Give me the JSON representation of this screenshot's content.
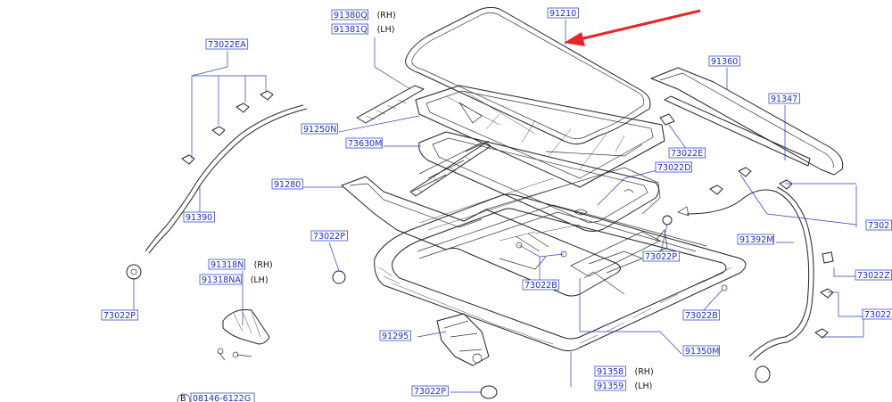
{
  "diagram": {
    "labels": [
      {
        "id": "91380Q",
        "text": "91380Q",
        "suffix": "(RH)"
      },
      {
        "id": "91381Q",
        "text": "91381Q",
        "suffix": "(LH)"
      },
      {
        "id": "91210",
        "text": "91210",
        "suffix": ""
      },
      {
        "id": "73022EA",
        "text": "73022EA",
        "suffix": ""
      },
      {
        "id": "91360",
        "text": "91360",
        "suffix": ""
      },
      {
        "id": "91347",
        "text": "91347",
        "suffix": ""
      },
      {
        "id": "91250N",
        "text": "91250N",
        "suffix": ""
      },
      {
        "id": "73630M",
        "text": "73630M",
        "suffix": ""
      },
      {
        "id": "73022E",
        "text": "73022E",
        "suffix": ""
      },
      {
        "id": "73022D",
        "text": "73022D",
        "suffix": ""
      },
      {
        "id": "91280",
        "text": "91280",
        "suffix": ""
      },
      {
        "id": "73022-r1",
        "text": "7302",
        "suffix": ""
      },
      {
        "id": "91390",
        "text": "91390",
        "suffix": ""
      },
      {
        "id": "73022P-a",
        "text": "73022P",
        "suffix": ""
      },
      {
        "id": "91392M",
        "text": "91392M",
        "suffix": ""
      },
      {
        "id": "73022P-b",
        "text": "73022P",
        "suffix": ""
      },
      {
        "id": "73022Z",
        "text": "73022Z",
        "suffix": ""
      },
      {
        "id": "91318N",
        "text": "91318N",
        "suffix": "(RH)"
      },
      {
        "id": "91318NA",
        "text": "91318NA",
        "suffix": "(LH)"
      },
      {
        "id": "73022B-a",
        "text": "73022B",
        "suffix": ""
      },
      {
        "id": "73022P-c",
        "text": "73022P",
        "suffix": ""
      },
      {
        "id": "73022-r2",
        "text": "73022",
        "suffix": ""
      },
      {
        "id": "73022B-b",
        "text": "73022B",
        "suffix": ""
      },
      {
        "id": "91295",
        "text": "91295",
        "suffix": ""
      },
      {
        "id": "91350M",
        "text": "91350M",
        "suffix": ""
      },
      {
        "id": "91358",
        "text": "91358",
        "suffix": "(RH)"
      },
      {
        "id": "91359",
        "text": "91359",
        "suffix": "(LH)"
      },
      {
        "id": "73022P-d",
        "text": "73022P",
        "suffix": ""
      },
      {
        "id": "08146",
        "text": "08146-6122G",
        "suffix": ""
      },
      {
        "id": "bolt-b",
        "text": "B",
        "suffix": ""
      }
    ],
    "highlight_color": "#e8262a",
    "label_color": "#1f2fb8",
    "line_color": "#222222"
  }
}
